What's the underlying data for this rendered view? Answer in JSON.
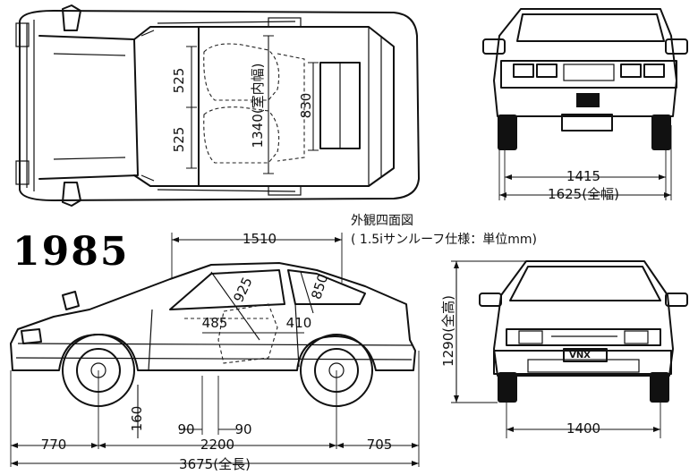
{
  "year": "1985",
  "title_line1": "外観四面図",
  "title_line2": "( 1.5iサンルーフ仕様：単位mm)",
  "plate_text": "VNX",
  "top_view": {
    "dim_front_seat_upper": "525",
    "dim_front_seat_lower": "525",
    "dim_inner_width": "1340(室内幅)",
    "dim_sunroof": "830"
  },
  "rear_view": {
    "dim_track": "1415",
    "dim_overall_width": "1625(全幅)"
  },
  "side_view": {
    "dim_roof": "1510",
    "dim_925": "925",
    "dim_850": "850",
    "dim_485": "485",
    "dim_410": "410",
    "dim_ground": "160",
    "dim_90_left": "90",
    "dim_90_right": "90",
    "dim_front_overhang": "770",
    "dim_wheelbase": "2200",
    "dim_rear_overhang": "705",
    "dim_overall_length": "3675(全長)"
  },
  "front_view": {
    "dim_height": "1290(全高)",
    "dim_front_track": "1400"
  }
}
